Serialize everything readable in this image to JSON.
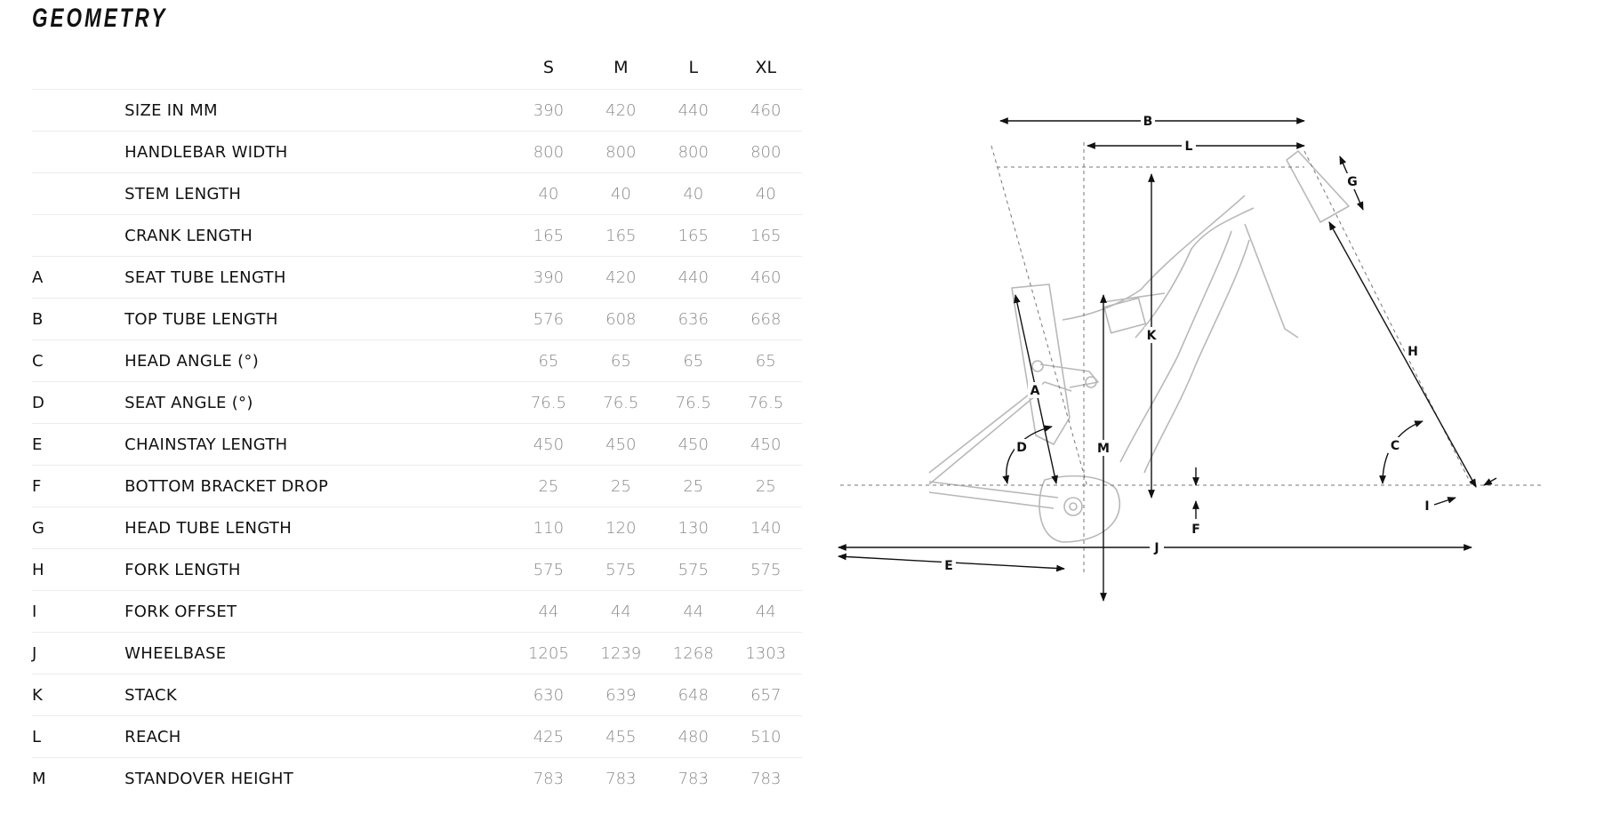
{
  "title": "GEOMETRY",
  "sizes": [
    "S",
    "M",
    "L",
    "XL"
  ],
  "rows": [
    {
      "letter": "",
      "label": "SIZE IN MM",
      "values": [
        "390",
        "420",
        "440",
        "460"
      ]
    },
    {
      "letter": "",
      "label": "HANDLEBAR WIDTH",
      "values": [
        "800",
        "800",
        "800",
        "800"
      ]
    },
    {
      "letter": "",
      "label": "STEM LENGTH",
      "values": [
        "40",
        "40",
        "40",
        "40"
      ]
    },
    {
      "letter": "",
      "label": "CRANK LENGTH",
      "values": [
        "165",
        "165",
        "165",
        "165"
      ]
    },
    {
      "letter": "A",
      "label": "SEAT TUBE LENGTH",
      "values": [
        "390",
        "420",
        "440",
        "460"
      ]
    },
    {
      "letter": "B",
      "label": "TOP TUBE LENGTH",
      "values": [
        "576",
        "608",
        "636",
        "668"
      ]
    },
    {
      "letter": "C",
      "label": "HEAD ANGLE (°)",
      "values": [
        "65",
        "65",
        "65",
        "65"
      ]
    },
    {
      "letter": "D",
      "label": "SEAT ANGLE (°)",
      "values": [
        "76.5",
        "76.5",
        "76.5",
        "76.5"
      ]
    },
    {
      "letter": "E",
      "label": "CHAINSTAY LENGTH",
      "values": [
        "450",
        "450",
        "450",
        "450"
      ]
    },
    {
      "letter": "F",
      "label": "BOTTOM BRACKET DROP",
      "values": [
        "25",
        "25",
        "25",
        "25"
      ]
    },
    {
      "letter": "G",
      "label": "HEAD TUBE LENGTH",
      "values": [
        "110",
        "120",
        "130",
        "140"
      ]
    },
    {
      "letter": "H",
      "label": "FORK LENGTH",
      "values": [
        "575",
        "575",
        "575",
        "575"
      ]
    },
    {
      "letter": "I",
      "label": "FORK OFFSET",
      "values": [
        "44",
        "44",
        "44",
        "44"
      ]
    },
    {
      "letter": "J",
      "label": "WHEELBASE",
      "values": [
        "1205",
        "1239",
        "1268",
        "1303"
      ]
    },
    {
      "letter": "K",
      "label": "STACK",
      "values": [
        "630",
        "639",
        "648",
        "657"
      ]
    },
    {
      "letter": "L",
      "label": "REACH",
      "values": [
        "425",
        "455",
        "480",
        "510"
      ]
    },
    {
      "letter": "M",
      "label": "STANDOVER HEIGHT",
      "values": [
        "783",
        "783",
        "783",
        "783"
      ]
    }
  ],
  "diagram": {
    "labels": {
      "A": "A",
      "B": "B",
      "C": "C",
      "D": "D",
      "E": "E",
      "F": "F",
      "G": "G",
      "H": "H",
      "I": "I",
      "J": "J",
      "K": "K",
      "L": "L",
      "M": "M"
    }
  },
  "colors": {
    "frame_line": "#b8b8b8",
    "dim_line": "#111111",
    "value_text": "#8a8a8a"
  }
}
